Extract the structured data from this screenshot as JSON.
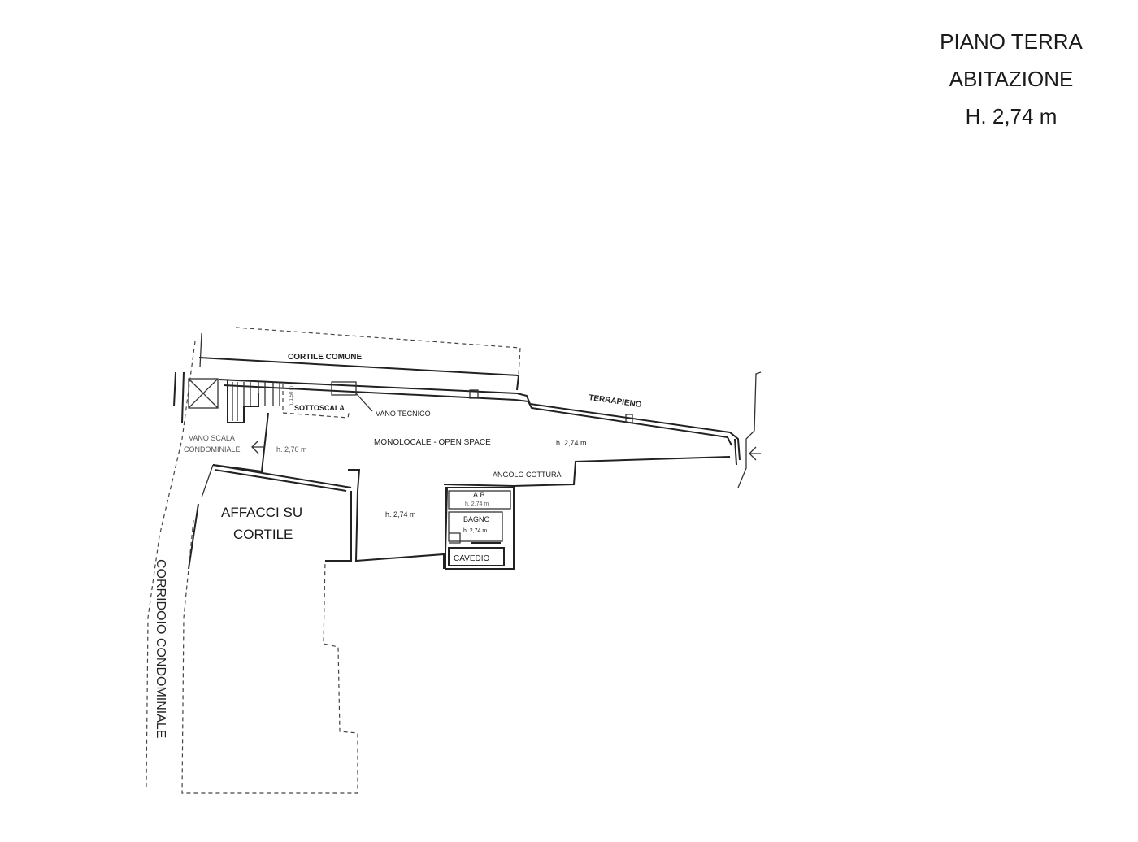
{
  "title": {
    "line1": "PIANO TERRA",
    "line2": "ABITAZIONE",
    "line3": "H. 2,74 m"
  },
  "labels": {
    "cortile_comune": "CORTILE COMUNE",
    "terrapieno": "TERRAPIENO",
    "sottoscala": "SOTTOSCALA",
    "sottoscala_height": "h. 1,50 m",
    "vano_tecnico": "VANO TECNICO",
    "vano_scala_1": "VANO SCALA",
    "vano_scala_2": "CONDOMINIALE",
    "h_270": "h. 2,70 m",
    "monolocale": "MONOLOCALE - OPEN SPACE",
    "h_274_right": "h. 2,74 m",
    "angolo_cottura": "ANGOLO COTTURA",
    "ab": "A.B.",
    "ab_height": "h. 2,74 m",
    "h_274_center": "h. 2,74 m",
    "bagno": "BAGNO",
    "bagno_height": "h. 2,74 m",
    "cavedio": "CAVEDIO",
    "affacci_1": "AFFACCI SU",
    "affacci_2": "CORTILE",
    "corridoio": "CORRIDOIO CONDOMINIALE"
  },
  "icons": {
    "entrance_left": "entrance-arrow-icon",
    "entrance_right": "entrance-arrow-icon"
  }
}
